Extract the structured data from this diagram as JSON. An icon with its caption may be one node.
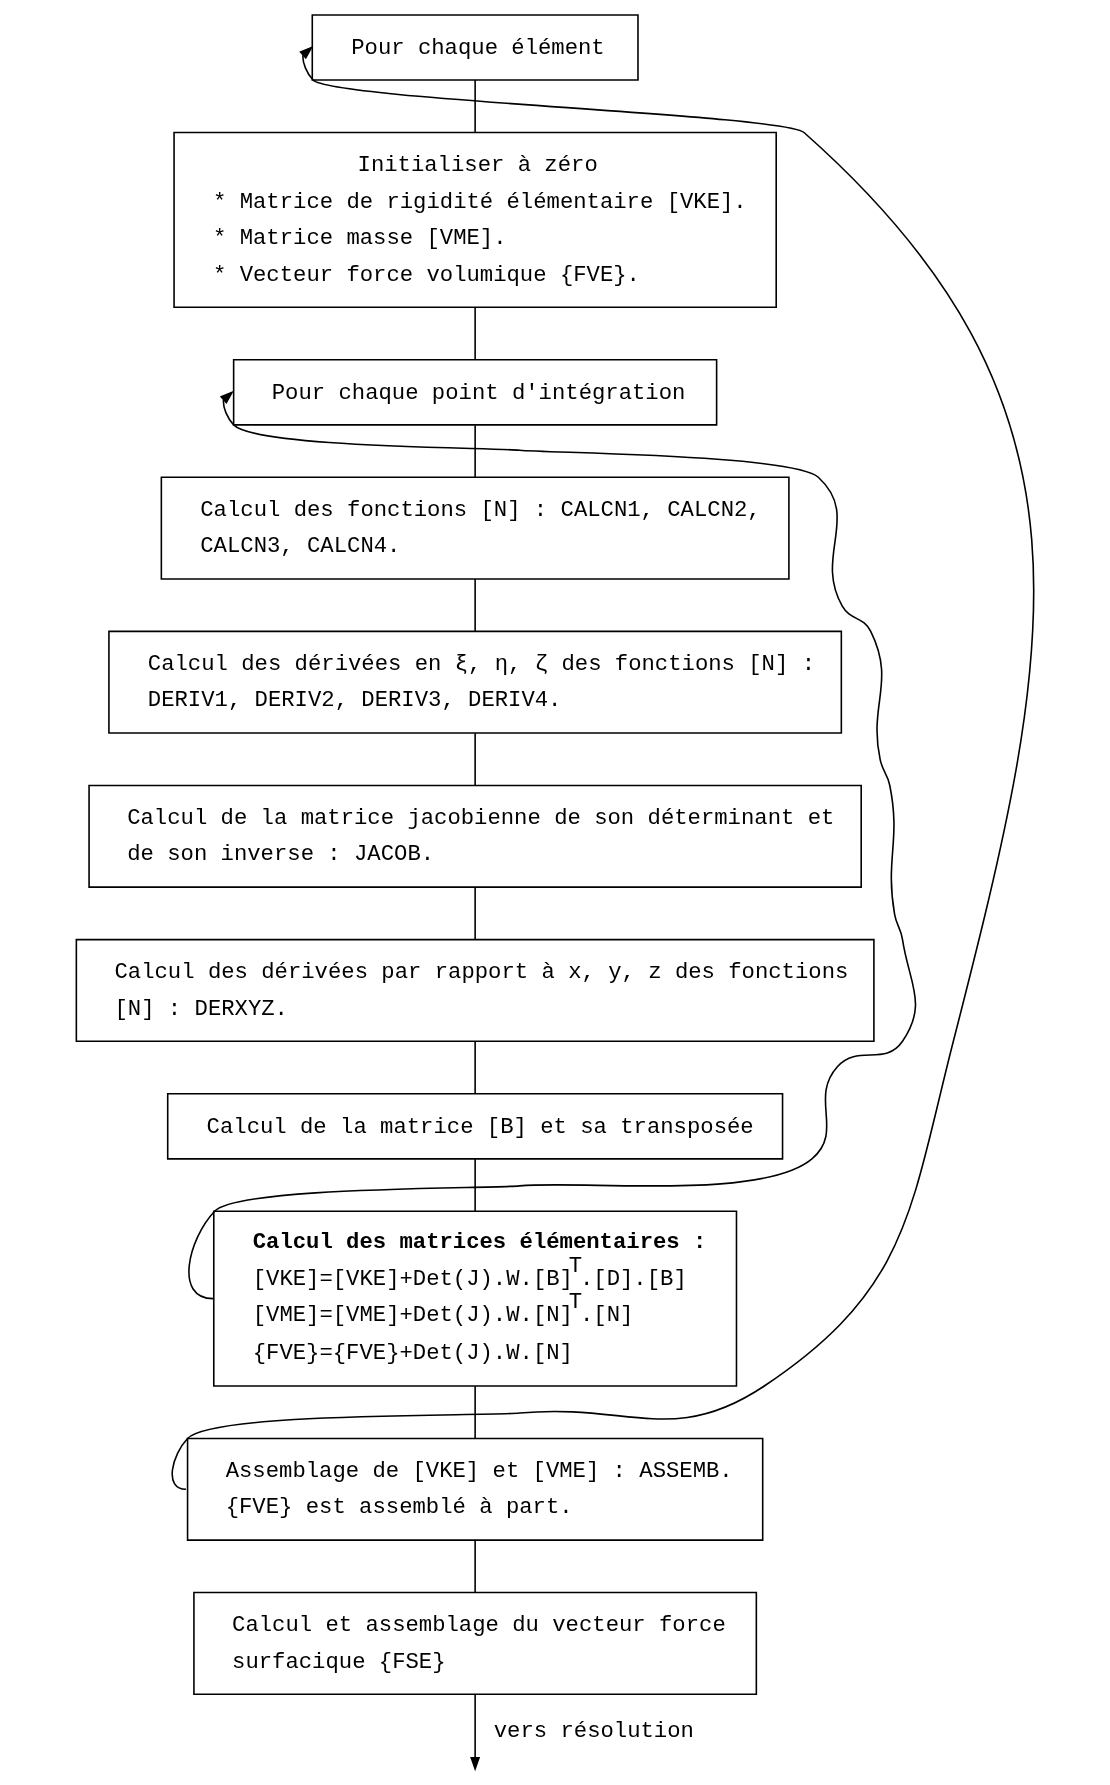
{
  "diagram": {
    "nodes": [
      {
        "text": [
          "Pour chaque élément"
        ]
      },
      {
        "text": [
          "Initialiser à zéro",
          "* Matrice de rigidité élémentaire [VKE].",
          "* Matrice masse [VME].",
          "* Vecteur force volumique {FVE}."
        ]
      },
      {
        "text": [
          "Pour chaque point d'intégration"
        ]
      },
      {
        "text": [
          "Calcul des fonctions [N] : CALCN1, CALCN2, CALCN3, CALCN4."
        ]
      },
      {
        "text": [
          "Calcul des dérivées en ξ, η, ζ des fonctions [N] : DERIV1, DERIV2, DERIV3, DERIV4."
        ]
      },
      {
        "text": [
          "Calcul de la matrice jacobienne de son déterminant et de son inverse : JACOB."
        ]
      },
      {
        "text": [
          "Calcul des dérivées par rapport à x, y, z des fonctions [N] : DERXYZ."
        ]
      },
      {
        "text": [
          "Calcul de la matrice [B] et sa transposée"
        ]
      },
      {
        "text": [
          "**Calcul des matrices élémentaires :**",
          "[VKE]=[VKE]+Det(J).W.[B]$^{T}$.[D].[B]",
          "[VME]=[VME]+Det(J).W.[N]$^{T}$.[N]",
          "{FVE}={FVE}+Det(J).W.[N]"
        ]
      },
      {
        "text": [
          "Assemblage de [VKE] et [VME] : ASSEMB.",
          "{FVE} est assemblé à part."
        ]
      },
      {
        "text": [
          "Calcul et assemblage du vecteur force surfacique {FSE}"
        ]
      }
    ],
    "edges": [
      {
        "from": 0,
        "to": 1,
        "arrow": "none"
      },
      {
        "from": 1,
        "to": 2,
        "arrow": "none"
      },
      {
        "from": 2,
        "to": 3,
        "arrow": "none"
      },
      {
        "from": 3,
        "to": 4,
        "arrow": "none"
      },
      {
        "from": 4,
        "to": 5,
        "arrow": "none"
      },
      {
        "from": 5,
        "to": 6,
        "arrow": "none"
      },
      {
        "from": 6,
        "to": 7,
        "arrow": "none"
      },
      {
        "from": 7,
        "to": 8,
        "arrow": "none"
      },
      {
        "from": 8,
        "to": 2,
        "arrow": "to"
      },
      {
        "from": 8,
        "to": 9,
        "arrow": "none"
      },
      {
        "from": 9,
        "to": 0,
        "arrow": "to"
      },
      {
        "from": 9,
        "to": 10,
        "arrow": "none"
      },
      {
        "from": 10,
        "to": null,
        "arrow": "to",
        "label": "vers résolution"
      }
    ]
  }
}
